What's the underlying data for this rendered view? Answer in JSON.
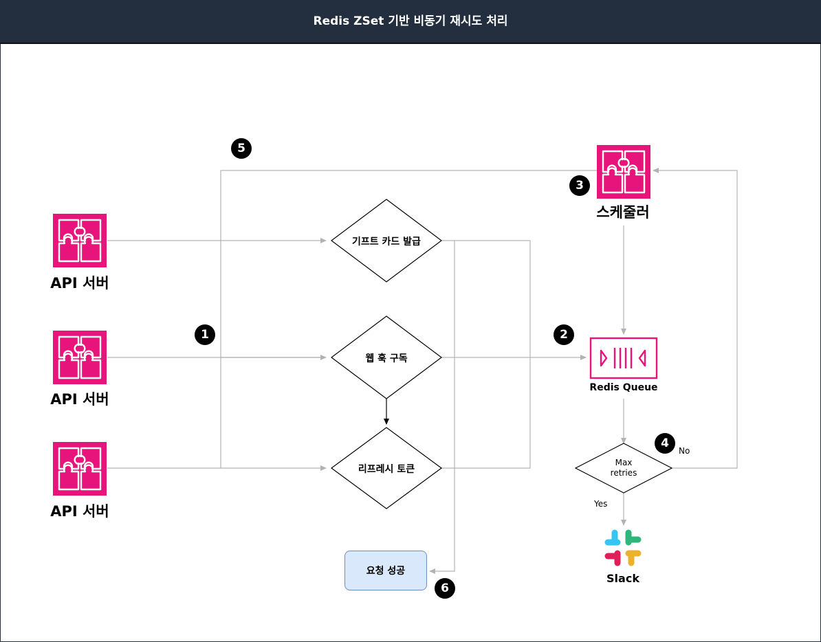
{
  "header": {
    "title": "Redis ZSet 기반 비동기 재시도 처리"
  },
  "api_servers": [
    {
      "label": "API 서버"
    },
    {
      "label": "API 서버"
    },
    {
      "label": "API 서버"
    }
  ],
  "decisions": {
    "gift_card": "기프트 카드 발급",
    "webhook": "웹 훅 구독",
    "refresh": "리프레시 토큰",
    "max_retries": "Max\nretries"
  },
  "scheduler": {
    "label": "스케줄러"
  },
  "queue": {
    "label": "Redis Queue"
  },
  "success": {
    "label": "요청 성공"
  },
  "slack": {
    "label": "Slack"
  },
  "edge_labels": {
    "no": "No",
    "yes": "Yes"
  },
  "steps": [
    "1",
    "2",
    "3",
    "4",
    "5",
    "6"
  ],
  "colors": {
    "header_bg": "#232f3e",
    "component_pink": "#e7157b",
    "success_fill": "#dae8fc",
    "success_stroke": "#6c8ebf",
    "edge_gray": "#b3b3b3",
    "slack_blue": "#36c5f0",
    "slack_green": "#2eb67d",
    "slack_red": "#e01e5a",
    "slack_yellow": "#ecb22e"
  },
  "icons": {
    "api_server": "puzzle-icon",
    "scheduler": "puzzle-icon",
    "queue": "queue-icon",
    "slack": "slack-logo-icon"
  }
}
